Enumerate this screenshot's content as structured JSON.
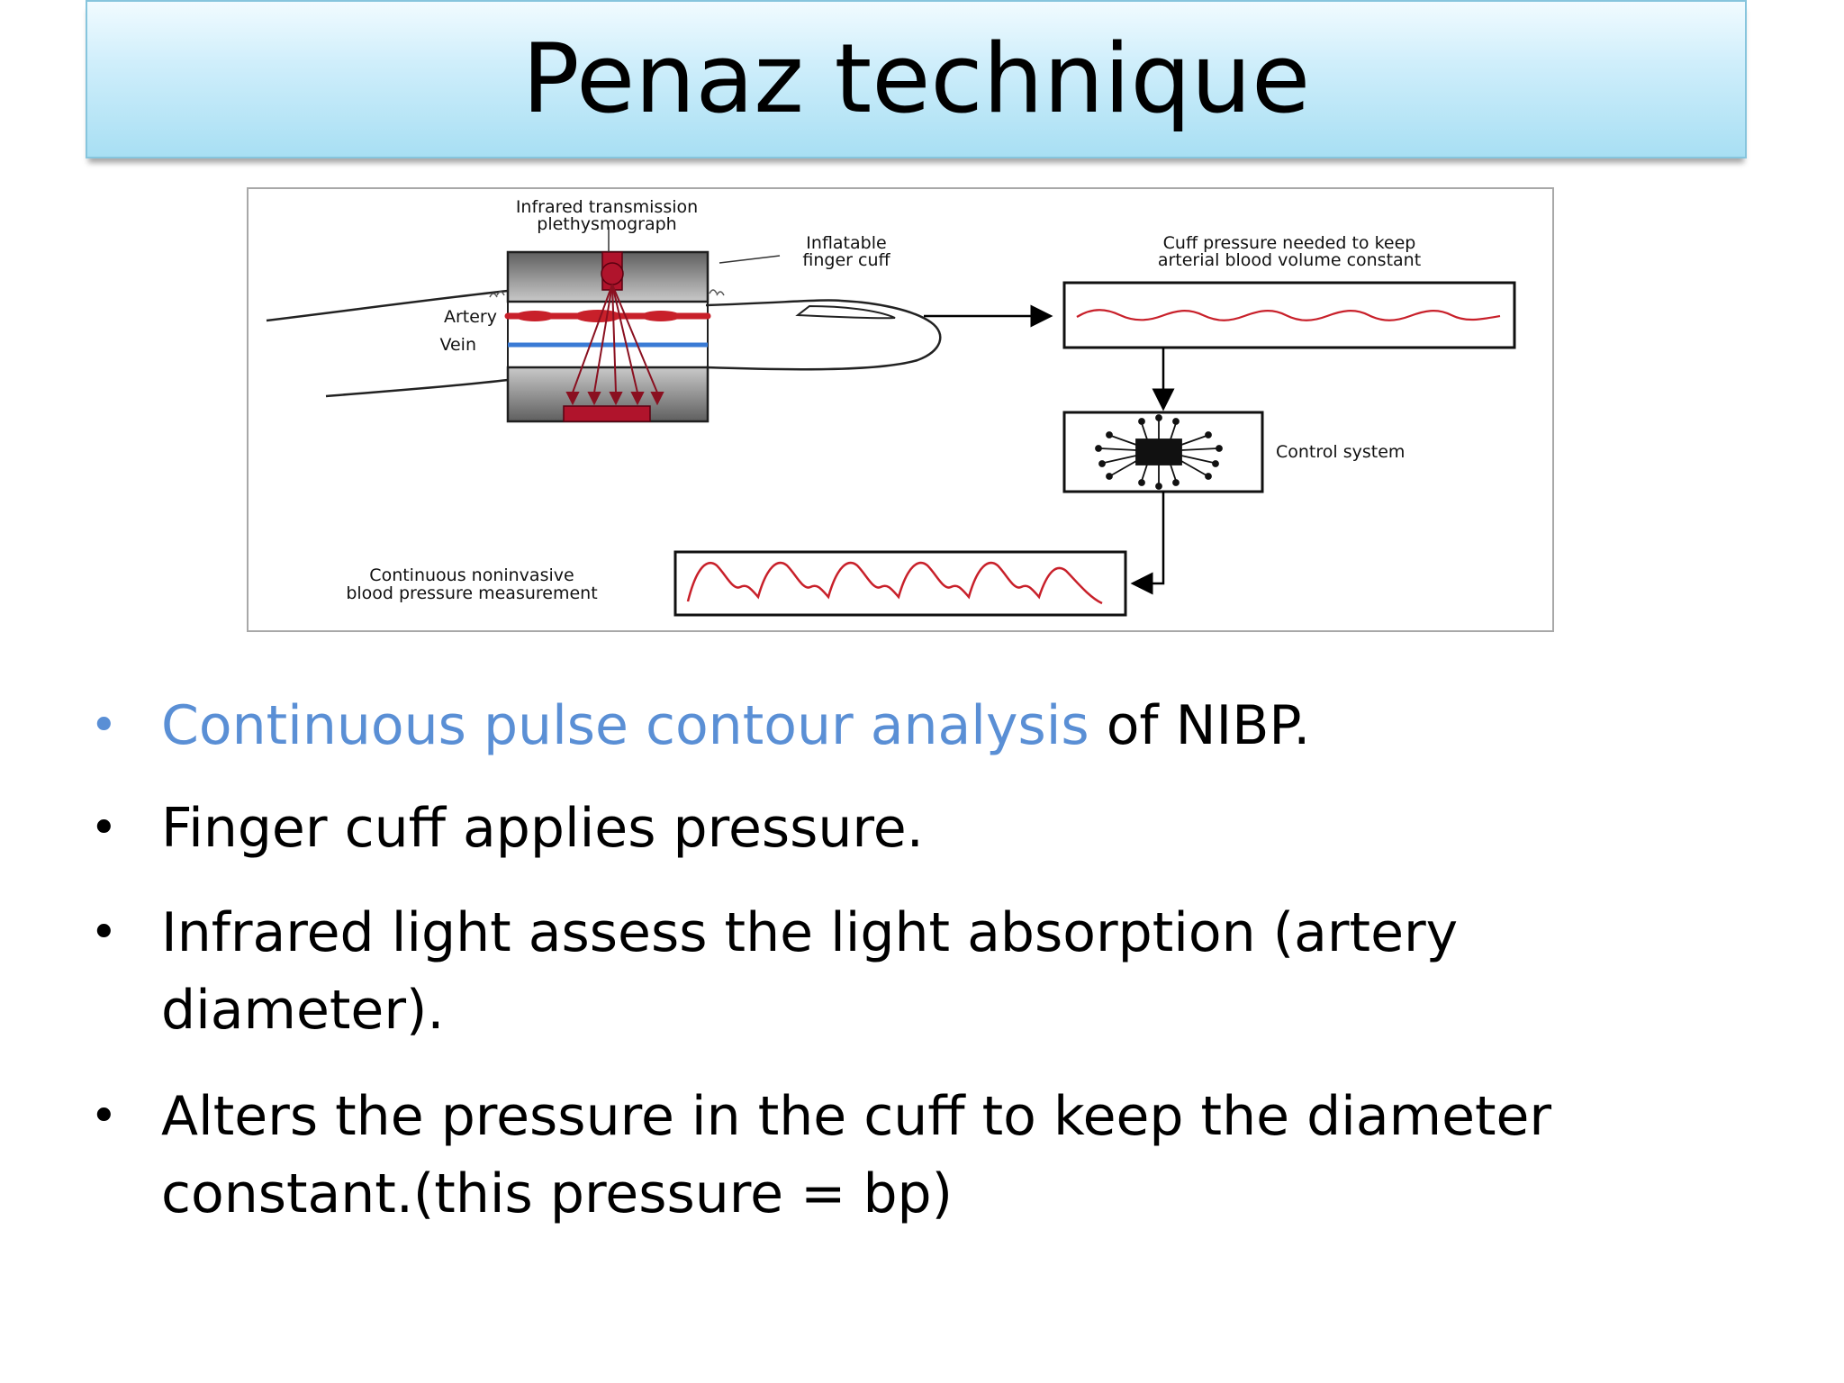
{
  "title": "Penaz technique",
  "diagram": {
    "labels": {
      "plethysmograph_1": "Infrared transmission",
      "plethysmograph_2": "plethysmograph",
      "cuff_1": "Inflatable",
      "cuff_2": "finger cuff",
      "artery": "Artery",
      "vein": "Vein",
      "cuff_pressure_1": "Cuff pressure needed to keep",
      "cuff_pressure_2": "arterial blood volume constant",
      "control": "Control system",
      "bp_1": "Continuous noninvasive",
      "bp_2": "blood pressure measurement"
    },
    "colors": {
      "artery": "#c8202a",
      "vein": "#3a7bd5",
      "waveform": "#c8202a",
      "cuff_gray": "#6d6d6d"
    }
  },
  "bullets": [
    {
      "highlight": "Continuous pulse contour analysis",
      "rest": " of NIBP."
    },
    {
      "text": "Finger cuff applies pressure."
    },
    {
      "text": "Infrared light assess the light absorption (artery diameter)."
    },
    {
      "text": "Alters the pressure in the cuff to keep the diameter constant.(this pressure = bp)"
    }
  ],
  "colors": {
    "highlight": "#5a8fd5"
  }
}
